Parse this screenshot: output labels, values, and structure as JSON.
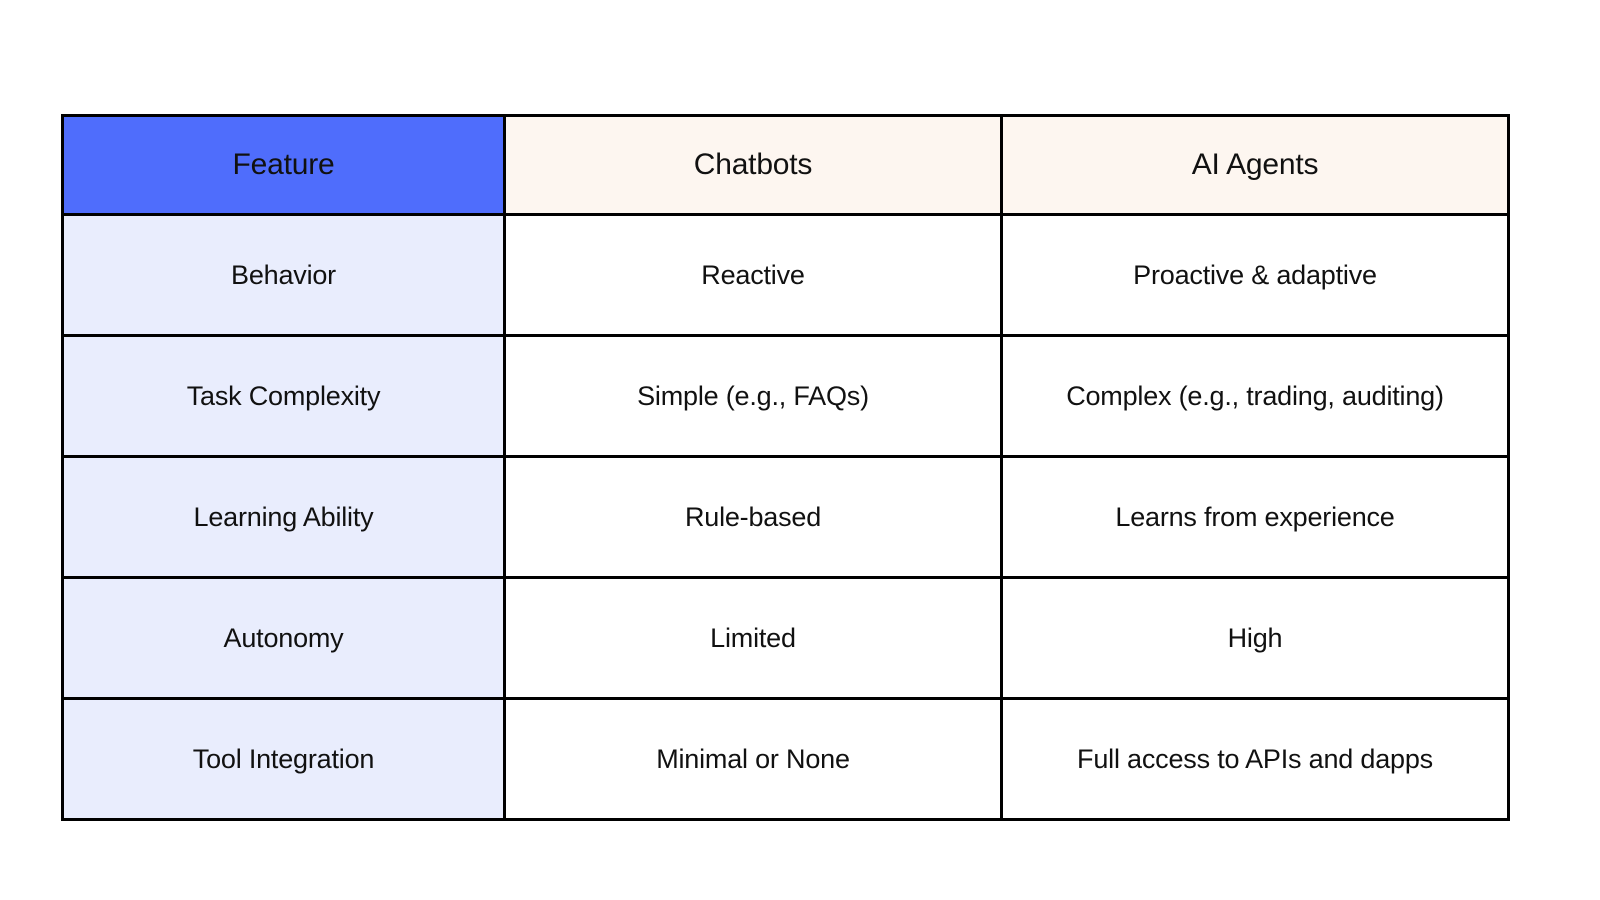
{
  "colors": {
    "page_background": "#ffffff",
    "header_feature_bg": "#4f6dfc",
    "header_feature_text": "#ffffff",
    "header_other_bg": "#fdf6f0",
    "feature_column_bg": "#e9edfd",
    "cell_bg": "#ffffff",
    "border": "#000000",
    "text": "#111111"
  },
  "table": {
    "headers": [
      {
        "label": "Feature"
      },
      {
        "label": "Chatbots"
      },
      {
        "label": "AI Agents"
      }
    ],
    "rows": [
      {
        "feature": "Behavior",
        "chatbots": "Reactive",
        "ai_agents": "Proactive & adaptive"
      },
      {
        "feature": "Task Complexity",
        "chatbots": "Simple (e.g., FAQs)",
        "ai_agents": "Complex (e.g., trading, auditing)"
      },
      {
        "feature": "Learning Ability",
        "chatbots": "Rule-based",
        "ai_agents": "Learns from experience"
      },
      {
        "feature": "Autonomy",
        "chatbots": "Limited",
        "ai_agents": "High"
      },
      {
        "feature": "Tool Integration",
        "chatbots": "Minimal or None",
        "ai_agents": "Full access to APIs and dapps"
      }
    ]
  }
}
